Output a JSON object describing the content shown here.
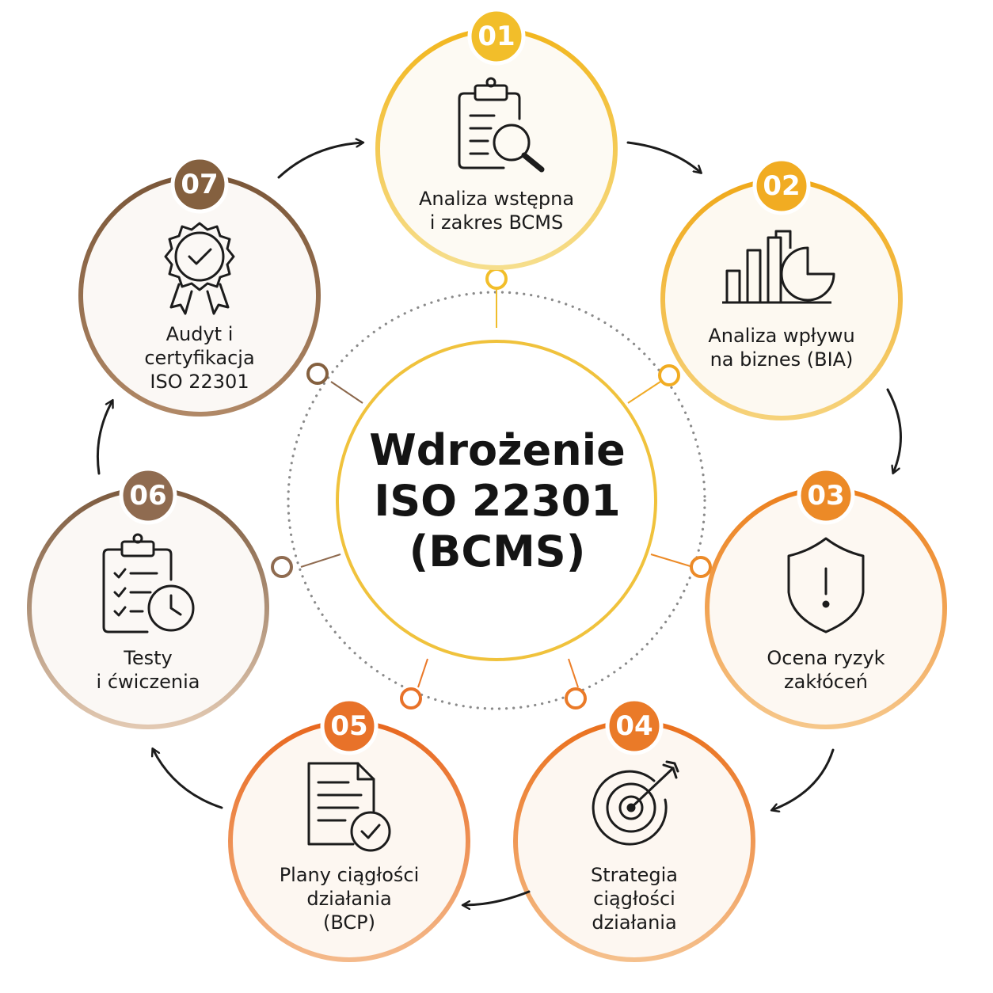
{
  "center": {
    "line1": "Wdrożenie",
    "line2": "ISO 22301",
    "line3": "(BCMS)"
  },
  "steps": [
    {
      "number": "01",
      "label1": "Analiza wstępna",
      "label2": "i zakres BCMS",
      "label3": "",
      "icon": "clipboard-search-icon",
      "color": "#f2be2a"
    },
    {
      "number": "02",
      "label1": "Analiza wpływu",
      "label2": "na biznes (BIA)",
      "label3": "",
      "icon": "bar-pie-chart-icon",
      "color": "#f1ac22"
    },
    {
      "number": "03",
      "label1": "Ocena ryzyk",
      "label2": "zakłóceń",
      "label3": "",
      "icon": "shield-warning-icon",
      "color": "#ec8a27"
    },
    {
      "number": "04",
      "label1": "Strategia",
      "label2": "ciągłości",
      "label3": "działania",
      "icon": "target-arrow-icon",
      "color": "#ea7a28"
    },
    {
      "number": "05",
      "label1": "Plany ciągłości",
      "label2": "działania",
      "label3": "(BCP)",
      "icon": "document-check-icon",
      "color": "#e87229"
    },
    {
      "number": "06",
      "label1": "Testy",
      "label2": "i ćwiczenia",
      "label3": "",
      "icon": "checklist-clock-icon",
      "color": "#8f6b50"
    },
    {
      "number": "07",
      "label1": "Audyt i",
      "label2": "certyfikacja",
      "label3": "ISO 22301",
      "icon": "certificate-badge-icon",
      "color": "#84603f"
    }
  ]
}
